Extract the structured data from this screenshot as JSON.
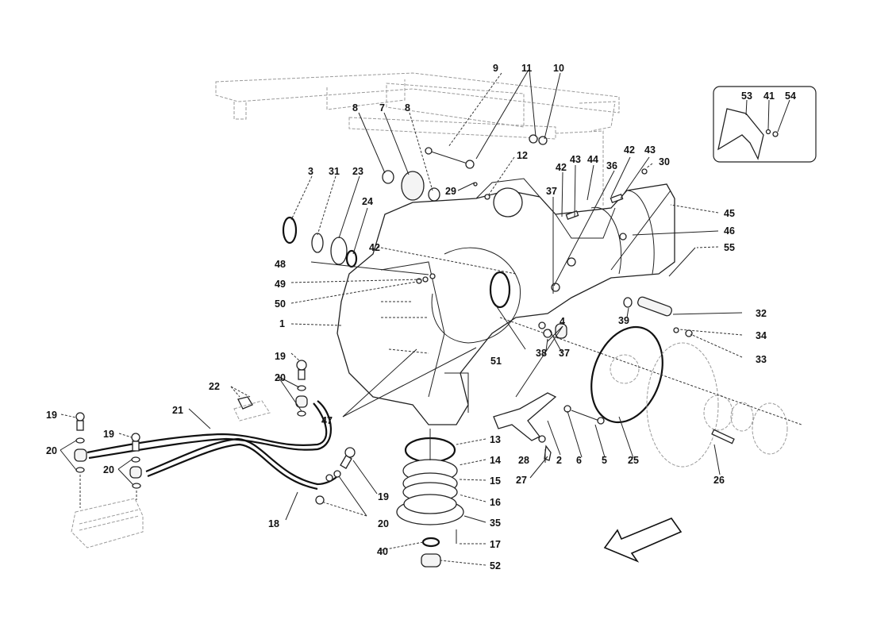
{
  "diagram": {
    "title": "Gearbox housing exploded parts diagram",
    "inset": {
      "callouts": [
        "53",
        "41",
        "54"
      ]
    },
    "direction_arrow": "front-direction-arrow",
    "callouts": [
      {
        "id": "c1",
        "text": "1"
      },
      {
        "id": "c2",
        "text": "2"
      },
      {
        "id": "c3",
        "text": "3"
      },
      {
        "id": "c4",
        "text": "4"
      },
      {
        "id": "c5",
        "text": "5"
      },
      {
        "id": "c6",
        "text": "6"
      },
      {
        "id": "c7",
        "text": "7"
      },
      {
        "id": "c8a",
        "text": "8"
      },
      {
        "id": "c8b",
        "text": "8"
      },
      {
        "id": "c9",
        "text": "9"
      },
      {
        "id": "c10",
        "text": "10"
      },
      {
        "id": "c11",
        "text": "11"
      },
      {
        "id": "c12",
        "text": "12"
      },
      {
        "id": "c13",
        "text": "13"
      },
      {
        "id": "c14",
        "text": "14"
      },
      {
        "id": "c15",
        "text": "15"
      },
      {
        "id": "c16",
        "text": "16"
      },
      {
        "id": "c17",
        "text": "17"
      },
      {
        "id": "c18",
        "text": "18"
      },
      {
        "id": "c19a",
        "text": "19"
      },
      {
        "id": "c19b",
        "text": "19"
      },
      {
        "id": "c19c",
        "text": "19"
      },
      {
        "id": "c19d",
        "text": "19"
      },
      {
        "id": "c20a",
        "text": "20"
      },
      {
        "id": "c20b",
        "text": "20"
      },
      {
        "id": "c20c",
        "text": "20"
      },
      {
        "id": "c20d",
        "text": "20"
      },
      {
        "id": "c21",
        "text": "21"
      },
      {
        "id": "c22",
        "text": "22"
      },
      {
        "id": "c23",
        "text": "23"
      },
      {
        "id": "c24",
        "text": "24"
      },
      {
        "id": "c25",
        "text": "25"
      },
      {
        "id": "c26",
        "text": "26"
      },
      {
        "id": "c27",
        "text": "27"
      },
      {
        "id": "c28",
        "text": "28"
      },
      {
        "id": "c29",
        "text": "29"
      },
      {
        "id": "c30",
        "text": "30"
      },
      {
        "id": "c31",
        "text": "31"
      },
      {
        "id": "c32",
        "text": "32"
      },
      {
        "id": "c33",
        "text": "33"
      },
      {
        "id": "c34",
        "text": "34"
      },
      {
        "id": "c35",
        "text": "35"
      },
      {
        "id": "c36",
        "text": "36"
      },
      {
        "id": "c37a",
        "text": "37"
      },
      {
        "id": "c37b",
        "text": "37"
      },
      {
        "id": "c38",
        "text": "38"
      },
      {
        "id": "c39",
        "text": "39"
      },
      {
        "id": "c40",
        "text": "40"
      },
      {
        "id": "c42a",
        "text": "42"
      },
      {
        "id": "c42b",
        "text": "42"
      },
      {
        "id": "c42c",
        "text": "42"
      },
      {
        "id": "c43a",
        "text": "43"
      },
      {
        "id": "c43b",
        "text": "43"
      },
      {
        "id": "c44",
        "text": "44"
      },
      {
        "id": "c45",
        "text": "45"
      },
      {
        "id": "c46",
        "text": "46"
      },
      {
        "id": "c47",
        "text": "47"
      },
      {
        "id": "c48",
        "text": "48"
      },
      {
        "id": "c49",
        "text": "49"
      },
      {
        "id": "c50",
        "text": "50"
      },
      {
        "id": "c51",
        "text": "51"
      },
      {
        "id": "c52",
        "text": "52"
      },
      {
        "id": "c55",
        "text": "55"
      }
    ]
  }
}
